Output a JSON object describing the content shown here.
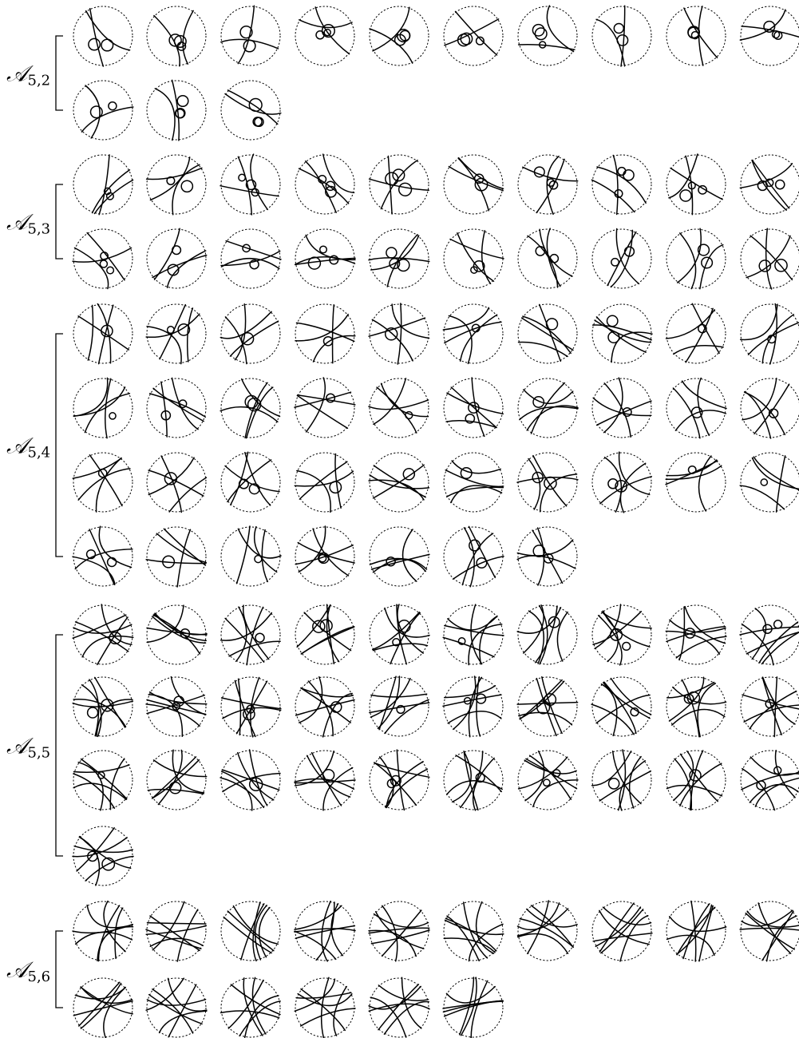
{
  "figure": {
    "groups": [
      {
        "label": "𝒜",
        "subscript": "5,2",
        "count": 13
      },
      {
        "label": "𝒜",
        "subscript": "5,3",
        "count": 20
      },
      {
        "label": "𝒜",
        "subscript": "5,4",
        "count": 37
      },
      {
        "label": "𝒜",
        "subscript": "5,5",
        "count": 31
      },
      {
        "label": "𝒜",
        "subscript": "5,6",
        "count": 16
      }
    ],
    "colors": {
      "stroke": "#000000",
      "background": "#ffffff"
    }
  }
}
